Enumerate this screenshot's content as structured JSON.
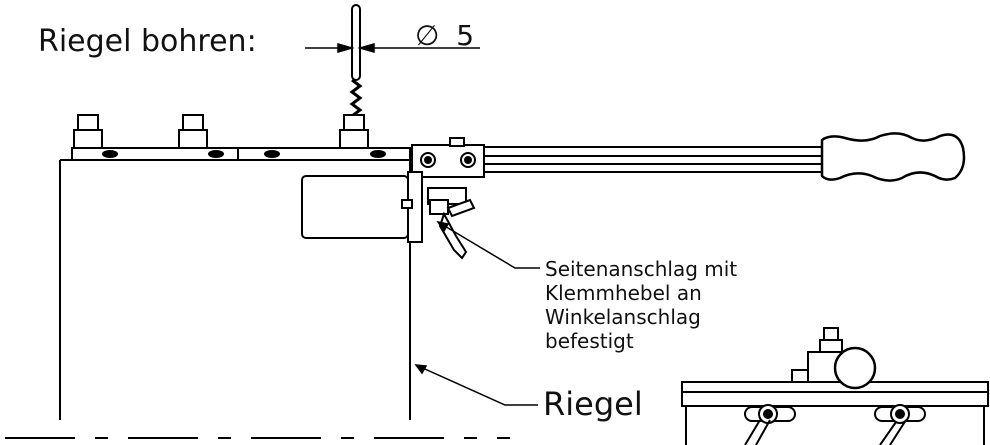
{
  "title": "Riegel bohren:",
  "dimension": {
    "symbol": "∅",
    "value": "5"
  },
  "callout": {
    "lines": [
      "Seitenanschlag mit",
      "Klemmhebel an",
      "Winkelanschlag",
      "befestigt"
    ]
  },
  "riegel_label": "Riegel"
}
